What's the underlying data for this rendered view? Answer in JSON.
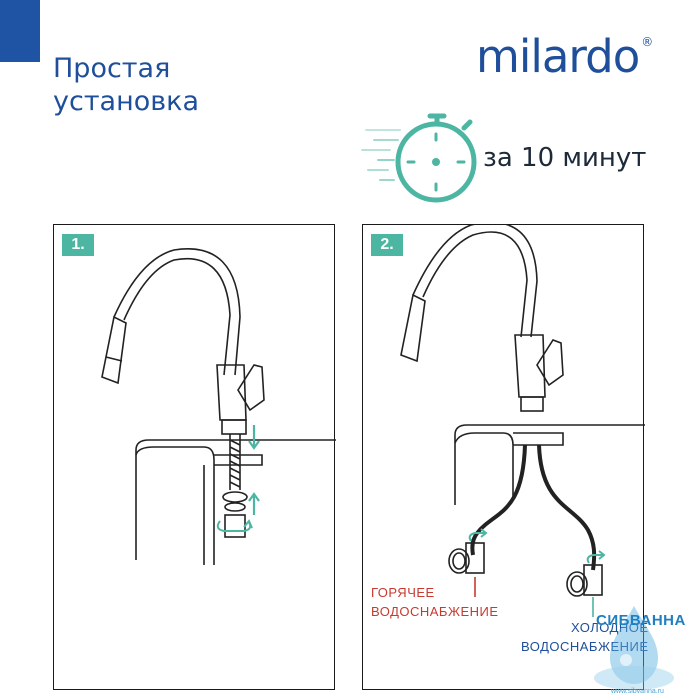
{
  "header": {
    "title_line1": "Простая",
    "title_line2": "установка",
    "brand": "milardo",
    "brand_mark": "®",
    "duration": "за 10 минут"
  },
  "steps": [
    {
      "number": "1."
    },
    {
      "number": "2.",
      "hot_label_line1": "ГОРЯЧЕЕ",
      "hot_label_line2": "ВОДОСНАБЖЕНИЕ",
      "cold_label_line1": "ХОЛОДНОЕ",
      "cold_label_line2": "ВОДОСНАБЖЕНИЕ"
    }
  ],
  "watermark": {
    "text": "СИБВАННА",
    "url": "www.sibvanna.ru"
  },
  "colors": {
    "brand_blue": "#1f53a4",
    "accent_teal": "#4db6a2",
    "hot_red": "#c63a2f"
  },
  "icons": [
    "stopwatch-icon",
    "faucet-illustration",
    "arrow-up-icon",
    "arrow-down-icon",
    "rotate-icon",
    "valve-icon"
  ]
}
